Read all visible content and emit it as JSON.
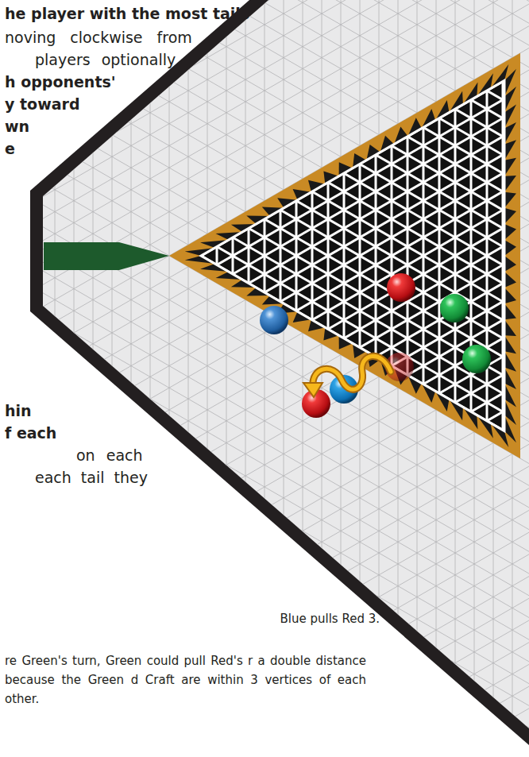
{
  "diagram": {
    "caption": "Blue pulls Red 3.",
    "labels": [
      "he player with the most tails",
      "noving clockwise from",
      "players optionally",
      "h opponents'",
      "y toward",
      "wn",
      "e",
      "hin",
      "f each",
      "on each",
      "each tail they",
      "re Green's turn, Green could pull Red's r a double distance because the Green d Craft are within 3 vertices of each other."
    ]
  }
}
